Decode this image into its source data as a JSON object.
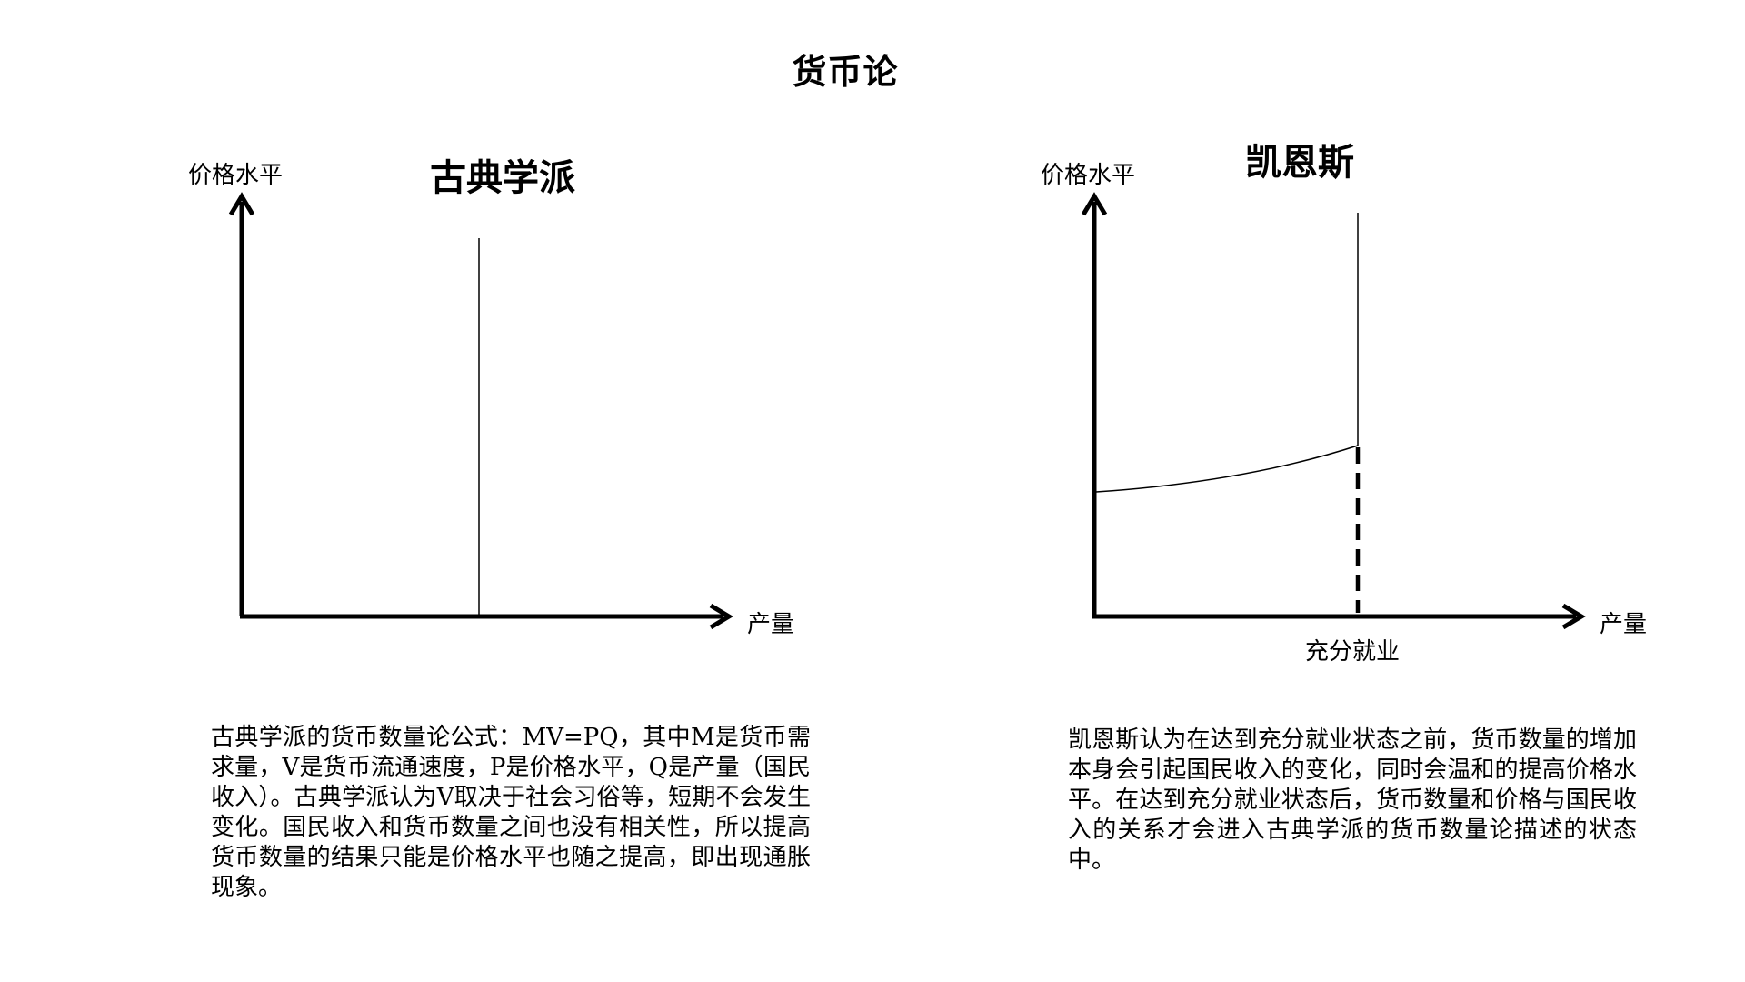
{
  "page": {
    "title": "货币论"
  },
  "classical": {
    "title": "古典学派",
    "y_axis_label": "价格水平",
    "x_axis_label": "产量",
    "description": "古典学派的货币数量论公式：MV=PQ，其中M是货币需求量，V是货币流通速度，P是价格水平，Q是产量（国民收入）。古典学派认为V取决于社会习俗等，短期不会发生变化。国民收入和货币数量之间也没有相关性，所以提高货币数量的结果只能是价格水平也随之提高，即出现通胀现象。"
  },
  "keynes": {
    "title": "凯恩斯",
    "y_axis_label": "价格水平",
    "x_axis_label": "产量",
    "full_employment_label": "充分就业",
    "description": "凯恩斯认为在达到充分就业状态之前，货币数量的增加本身会引起国民收入的变化，同时会温和的提高价格水平。在达到充分就业状态后，货币数量和价格与国民收入的关系才会进入古典学派的货币数量论描述的状态中。"
  },
  "colors": {
    "line": "#000000",
    "background": "#ffffff"
  }
}
